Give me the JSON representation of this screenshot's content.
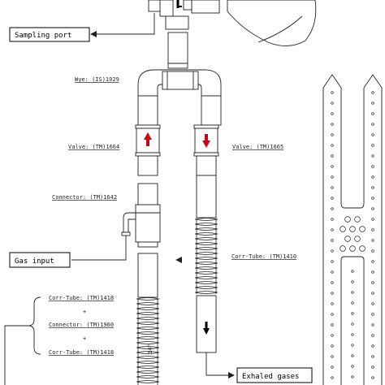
{
  "labels": {
    "sampling_port": "Sampling port",
    "wye": "Wye: (IS)1929",
    "valve_left": "Valve: (TM)1664",
    "valve_right": "Valve: (TM)1665",
    "connector": "Connector: (TM)1642",
    "gas_input": "Gas input",
    "corr_tube_right": "Corr-Tube: (TM)1410",
    "corr_tube_1418_top": "Corr-Tube: (TM)1418",
    "plus_1": "+",
    "connector_1960": "Connector: (TM)1960",
    "plus_2": "+",
    "corr_tube_1418_bottom": "Corr-Tube: (TM)1418",
    "exhaled_gases": "Exhaled gases",
    "length_mark": "14\""
  },
  "colors": {
    "line": "#222222",
    "valve_arrow": "#d0021b",
    "background": "#ffffff"
  },
  "icons": {
    "flow_arrow_down": "arrow-down-icon",
    "valve_arrow_up": "arrow-up-icon",
    "valve_arrow_down": "arrow-down-icon"
  }
}
